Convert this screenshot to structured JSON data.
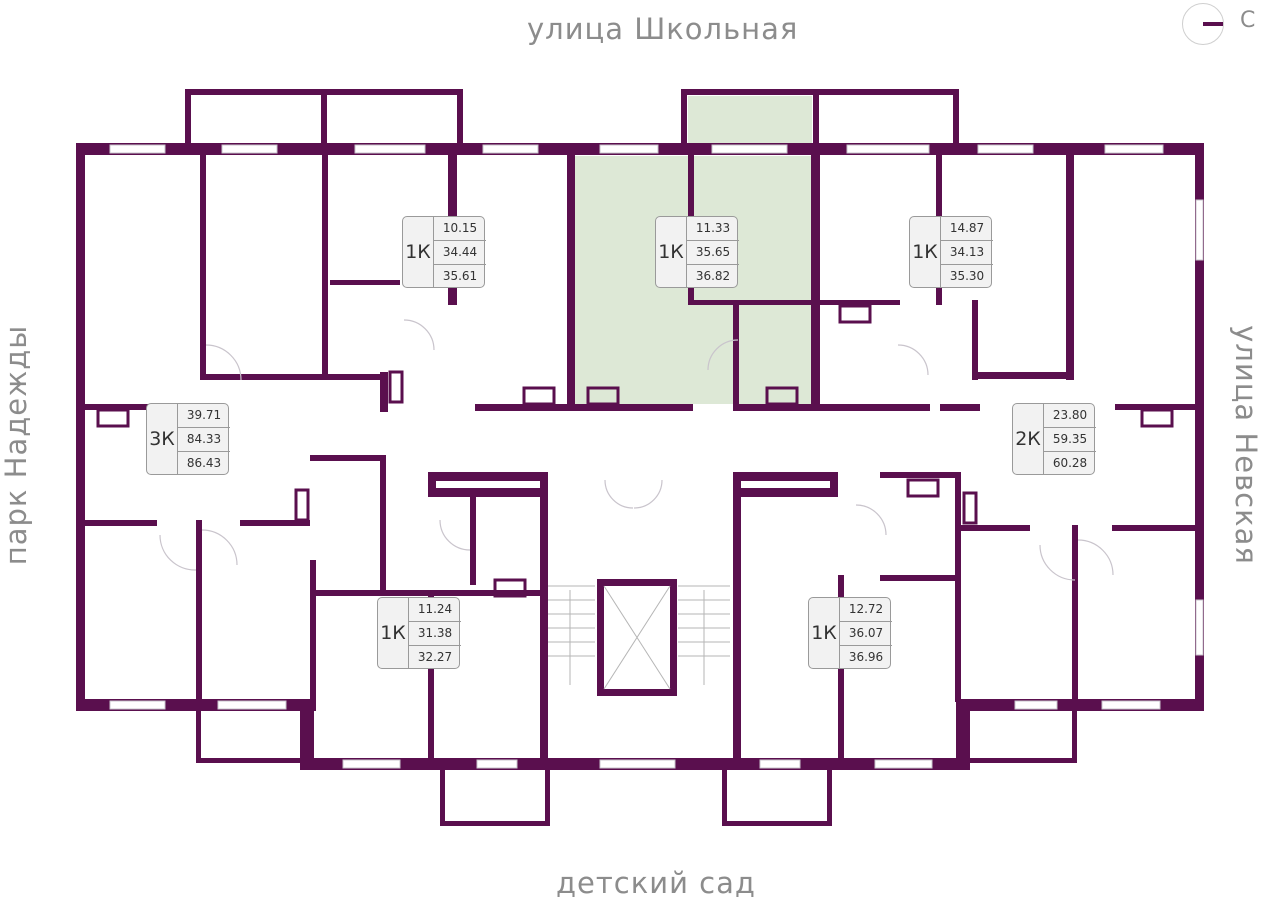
{
  "streets": {
    "top": "улица Школьная",
    "bottom": "детский сад",
    "left": "парк Надежды",
    "right": "улица Невская"
  },
  "compass": {
    "letter": "С"
  },
  "colors": {
    "wall": "#5a0f4e",
    "highlight": "#dde8d6",
    "window": "#c9c4cc",
    "label_bg": "#f2f2f2"
  },
  "apartments": [
    {
      "id": "apt-1",
      "type": "1К",
      "living": "10.15",
      "total": "34.44",
      "with_balcony": "35.61"
    },
    {
      "id": "apt-2",
      "type": "1К",
      "living": "11.33",
      "total": "35.65",
      "with_balcony": "36.82",
      "highlighted": true
    },
    {
      "id": "apt-3",
      "type": "1К",
      "living": "14.87",
      "total": "34.13",
      "with_balcony": "35.30"
    },
    {
      "id": "apt-4",
      "type": "3К",
      "living": "39.71",
      "total": "84.33",
      "with_balcony": "86.43"
    },
    {
      "id": "apt-5",
      "type": "2К",
      "living": "23.80",
      "total": "59.35",
      "with_balcony": "60.28"
    },
    {
      "id": "apt-6",
      "type": "1К",
      "living": "11.24",
      "total": "31.38",
      "with_balcony": "32.27"
    },
    {
      "id": "apt-7",
      "type": "1К",
      "living": "12.72",
      "total": "36.07",
      "with_balcony": "36.96"
    }
  ]
}
